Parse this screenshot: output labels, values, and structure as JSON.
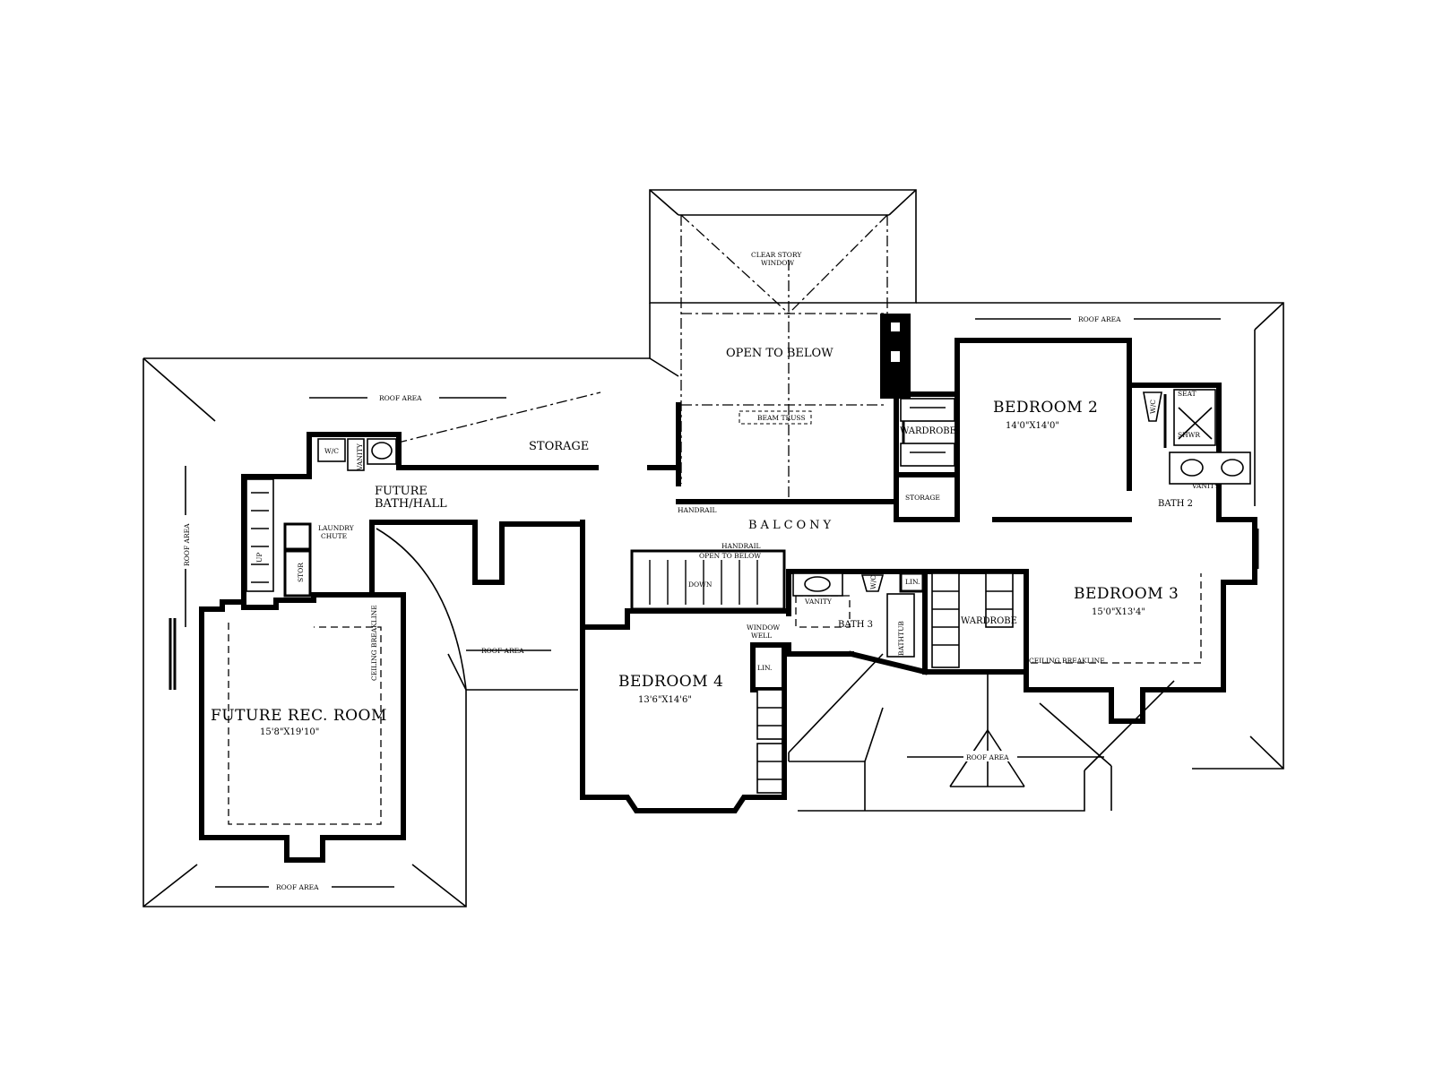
{
  "rooms": {
    "bedroom2": {
      "name": "BEDROOM 2",
      "dim": "14'0\"X14'0\""
    },
    "bedroom3": {
      "name": "BEDROOM 3",
      "dim": "15'0\"X13'4\""
    },
    "bedroom4": {
      "name": "BEDROOM 4",
      "dim": "13'6\"X14'6\""
    },
    "rec": {
      "name": "FUTURE REC. ROOM",
      "dim": "15'8\"X19'10\""
    },
    "open_below": "OPEN TO BELOW",
    "balcony": "BALCONY",
    "storage_top": "STORAGE",
    "future_bath": [
      "FUTURE",
      "BATH/HALL"
    ],
    "wardrobe2": "WARDROBE",
    "wardrobe3": "WARDROBE",
    "storage_small": "STORAGE",
    "bath2": "BATH 2",
    "bath3": "BATH 3"
  },
  "labels": {
    "roof_area": "ROOF AREA",
    "clear_story": [
      "CLEAR STORY",
      "WINDOW"
    ],
    "beam_truss": "BEAM TRUSS",
    "handrail": "HANDRAIL",
    "open_to_below_small": "OPEN TO BELOW",
    "down": "DOWN",
    "laundry_chute": [
      "LAUNDRY",
      "CHUTE"
    ],
    "stor": "STOR",
    "up": "UP",
    "wc": "W/C",
    "vanity": "VANITY",
    "shwr": "SHWR",
    "seat": "SEAT",
    "lin": "LIN.",
    "window_well": [
      "WINDOW",
      "WELL"
    ],
    "bathtub": "BATHTUB",
    "ceiling_breakline": "CEILING BREAKLINE"
  }
}
